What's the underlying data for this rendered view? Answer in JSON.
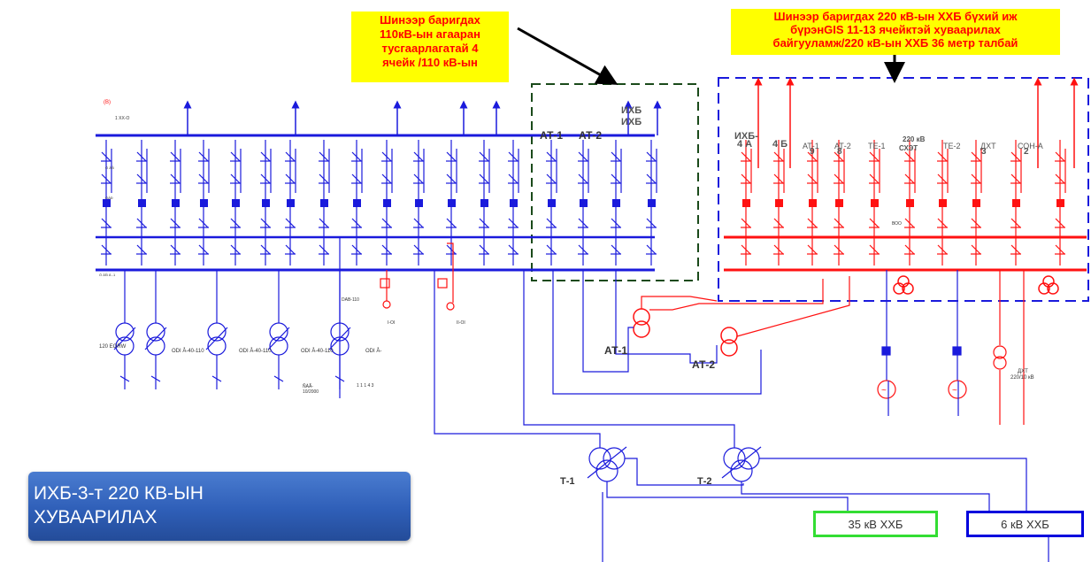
{
  "notes": {
    "left": [
      "Шинээр баригдах",
      "110кВ-ын агааран",
      "тусгаарлагатай 4",
      "ячейк /110 кВ-ын"
    ],
    "right": [
      "Шинээр баригдах 220 кВ-ын ХХБ бүхий иж",
      "бүрэнGIS 11-13 ячейктэй хуваарилах",
      "байгууламж/220 кВ-ын ХХБ 36 метр талбай"
    ]
  },
  "title": [
    "ИХБ-3-т 220 КВ-ЫН",
    "ХУВААРИЛАХ"
  ],
  "boxes": {
    "kv35": "35 кВ ХХБ",
    "kv6": "6 кВ ХХБ"
  },
  "labels": {
    "at1": "АТ-1",
    "at2": "АТ-2",
    "at1_top": "АТ-1",
    "at2_top": "АТ-2",
    "ihb_top": "ИХБ",
    "ihb_top2": "ИХБ",
    "ihb4a": "ИХБ-",
    "cell_4a": "4 А",
    "cell_4b": "4 Б",
    "cell_at1": "АТ-1",
    "cell_at2": "АТ-2",
    "cell_9": "9",
    "cell_8": "8",
    "cell_te1": "ТЕ-1",
    "cell_220": "220 кВ",
    "cell_shet": "СХЭТ",
    "cell_te2": "ТЕ-2",
    "cell_dkht": "ДХТ",
    "cell_3": "3",
    "cell_2": "2",
    "cell_son": "СОН-А",
    "t1": "Т-1",
    "t2": "Т-2",
    "dkht_bottom": "ДХТ",
    "dkht_kv": "220/10 кВ",
    "tr_1": "120 ЕОRW",
    "tr_2": "ОDI Å-40-110",
    "tr_3": "ОDI Å-40-110",
    "tr_4": "ОDI Å-40-110",
    "tr_5": "ОDI Å-",
    "bus_110": "DAB-110",
    "io_1": "I-OI",
    "io_2": "II-OI",
    "mini_1": "1 ХХ-О",
    "mini_2": "ÑÀÃ-",
    "mini_3": "10/2000",
    "mini_4": "1 1 1   4 3",
    "mini_5": "ВОО",
    "mini_6": "ÖÀÐ",
    "mini_7": "Ö ÀÑ",
    "mini_8": "Ö ÀÑ Ä -1",
    "mini_9": "(B)"
  },
  "colors": {
    "blue": "#1a1adc",
    "red": "#ff1111",
    "darkgreen": "#1a4a1a",
    "note_bg": "#ffff00",
    "note_text": "#ff0000",
    "title_bg": "#3a6bc4",
    "box35": "#33dd33",
    "box6": "#0000dd"
  }
}
